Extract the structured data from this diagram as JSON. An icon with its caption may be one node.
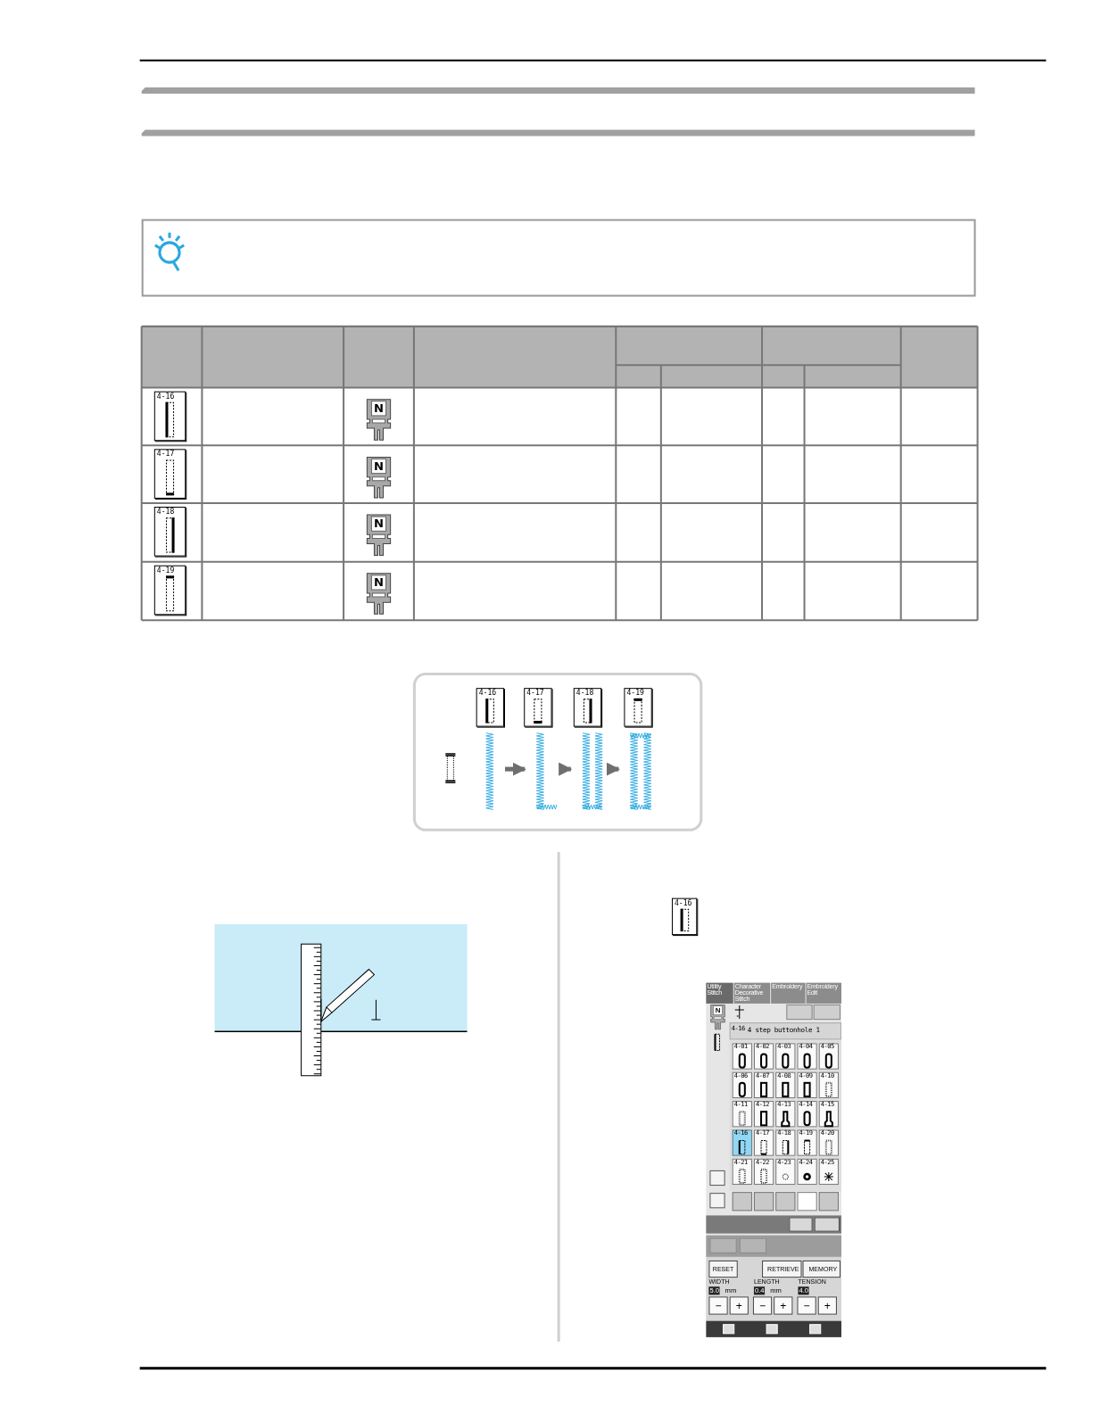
{
  "diagram": {
    "nodes": [
      {
        "text": [],
        "shape": "picture"
      },
      {
        "text": [],
        "shape": "picture"
      },
      {
        "text": [],
        "shape": "picture"
      },
      {
        "text": [],
        "shape": "picture"
      }
    ],
    "edges": [
      {
        "from": 0,
        "to": 1,
        "arrow": "to"
      },
      {
        "from": 1,
        "to": 2,
        "arrow": "to"
      },
      {
        "from": 2,
        "to": 3,
        "arrow": "to"
      }
    ],
    "labels": [
      "4-16",
      "N",
      "4-17",
      "N",
      "4-18",
      "N",
      "4-19",
      "N",
      "4-16",
      "4-17",
      "4-18",
      "4-19",
      "4-16",
      "Utility Stitch",
      "Character Decorative Stitch",
      "Embroidery",
      "Embroidery Edit",
      "N",
      "4-16",
      "4 step buttonhole 1",
      "4-01",
      "4-02",
      "4-03",
      "4-04",
      "4-05",
      "4-06",
      "4-07",
      "4-08",
      "4-09",
      "4-10",
      "4-11",
      "4-12",
      "4-13",
      "4-14",
      "4-15",
      "4-16",
      "4-17",
      "4-18",
      "4-19",
      "4-20",
      "4-21",
      "4-22",
      "4-23",
      "4-24",
      "4-25",
      "RESET",
      "RETRIEVE",
      "MEMORY",
      "WIDTH",
      "LENGTH",
      "TENSION",
      "5.0",
      "mm",
      "0.4",
      "mm",
      "4.0",
      "−",
      "+",
      "−",
      "+",
      "−",
      "+"
    ]
  }
}
